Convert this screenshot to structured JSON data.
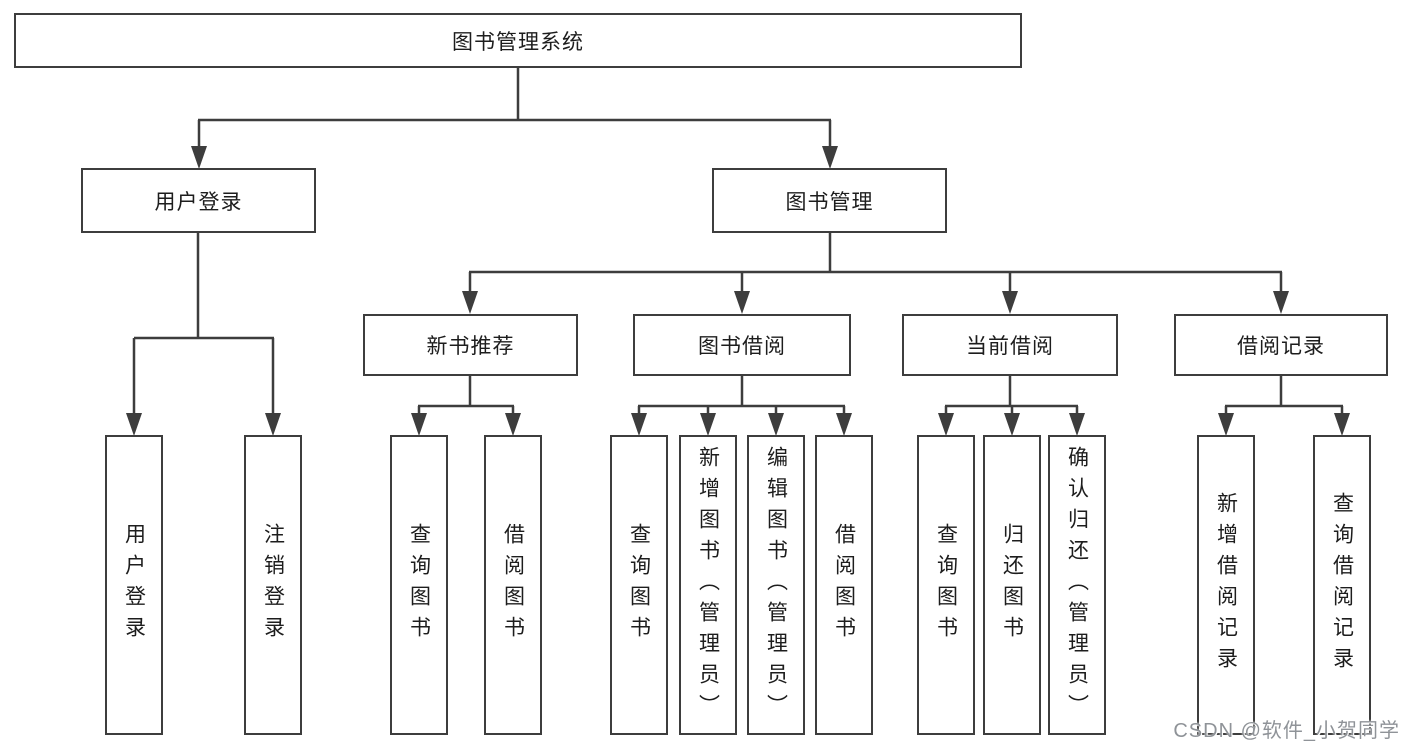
{
  "tree": {
    "root": {
      "label": "图书管理系统",
      "children": [
        {
          "label": "用户登录",
          "children": [
            {
              "label": "用户登录"
            },
            {
              "label": "注销登录"
            }
          ]
        },
        {
          "label": "图书管理",
          "children": [
            {
              "label": "新书推荐",
              "children": [
                {
                  "label": "查询图书"
                },
                {
                  "label": "借阅图书"
                }
              ]
            },
            {
              "label": "图书借阅",
              "children": [
                {
                  "label": "查询图书"
                },
                {
                  "label": "新增图书（管理员）"
                },
                {
                  "label": "编辑图书（管理员）"
                },
                {
                  "label": "借阅图书"
                }
              ]
            },
            {
              "label": "当前借阅",
              "children": [
                {
                  "label": "查询图书"
                },
                {
                  "label": "归还图书"
                },
                {
                  "label": "确认归还（管理员）"
                }
              ]
            },
            {
              "label": "借阅记录",
              "children": [
                {
                  "label": "新增借阅记录"
                },
                {
                  "label": "查询借阅记录"
                }
              ]
            }
          ]
        }
      ]
    }
  },
  "watermark": {
    "text": "CSDN @软件_小贺同学"
  },
  "colors": {
    "line": "#3d3d3d",
    "box_border": "#3d3d3d",
    "text": "#1d1d1d",
    "watermark": "#8f9398",
    "background": "#ffffff"
  }
}
